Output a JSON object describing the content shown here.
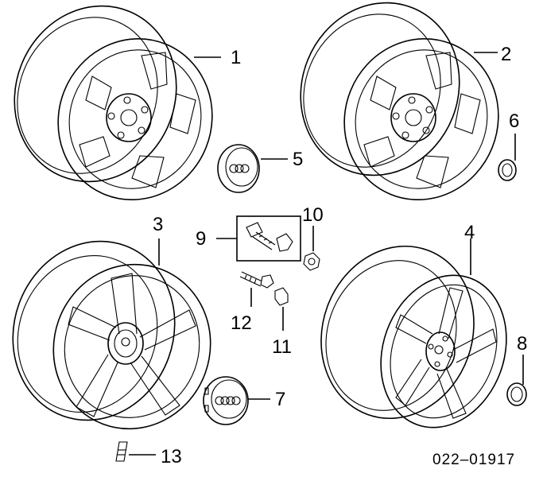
{
  "diagram": {
    "colors": {
      "line": "#000000",
      "background": "#ffffff"
    },
    "callouts": [
      "1",
      "2",
      "3",
      "4",
      "5",
      "6",
      "7",
      "8",
      "9",
      "10",
      "11",
      "12",
      "13"
    ],
    "reference_code": "022–01917"
  }
}
